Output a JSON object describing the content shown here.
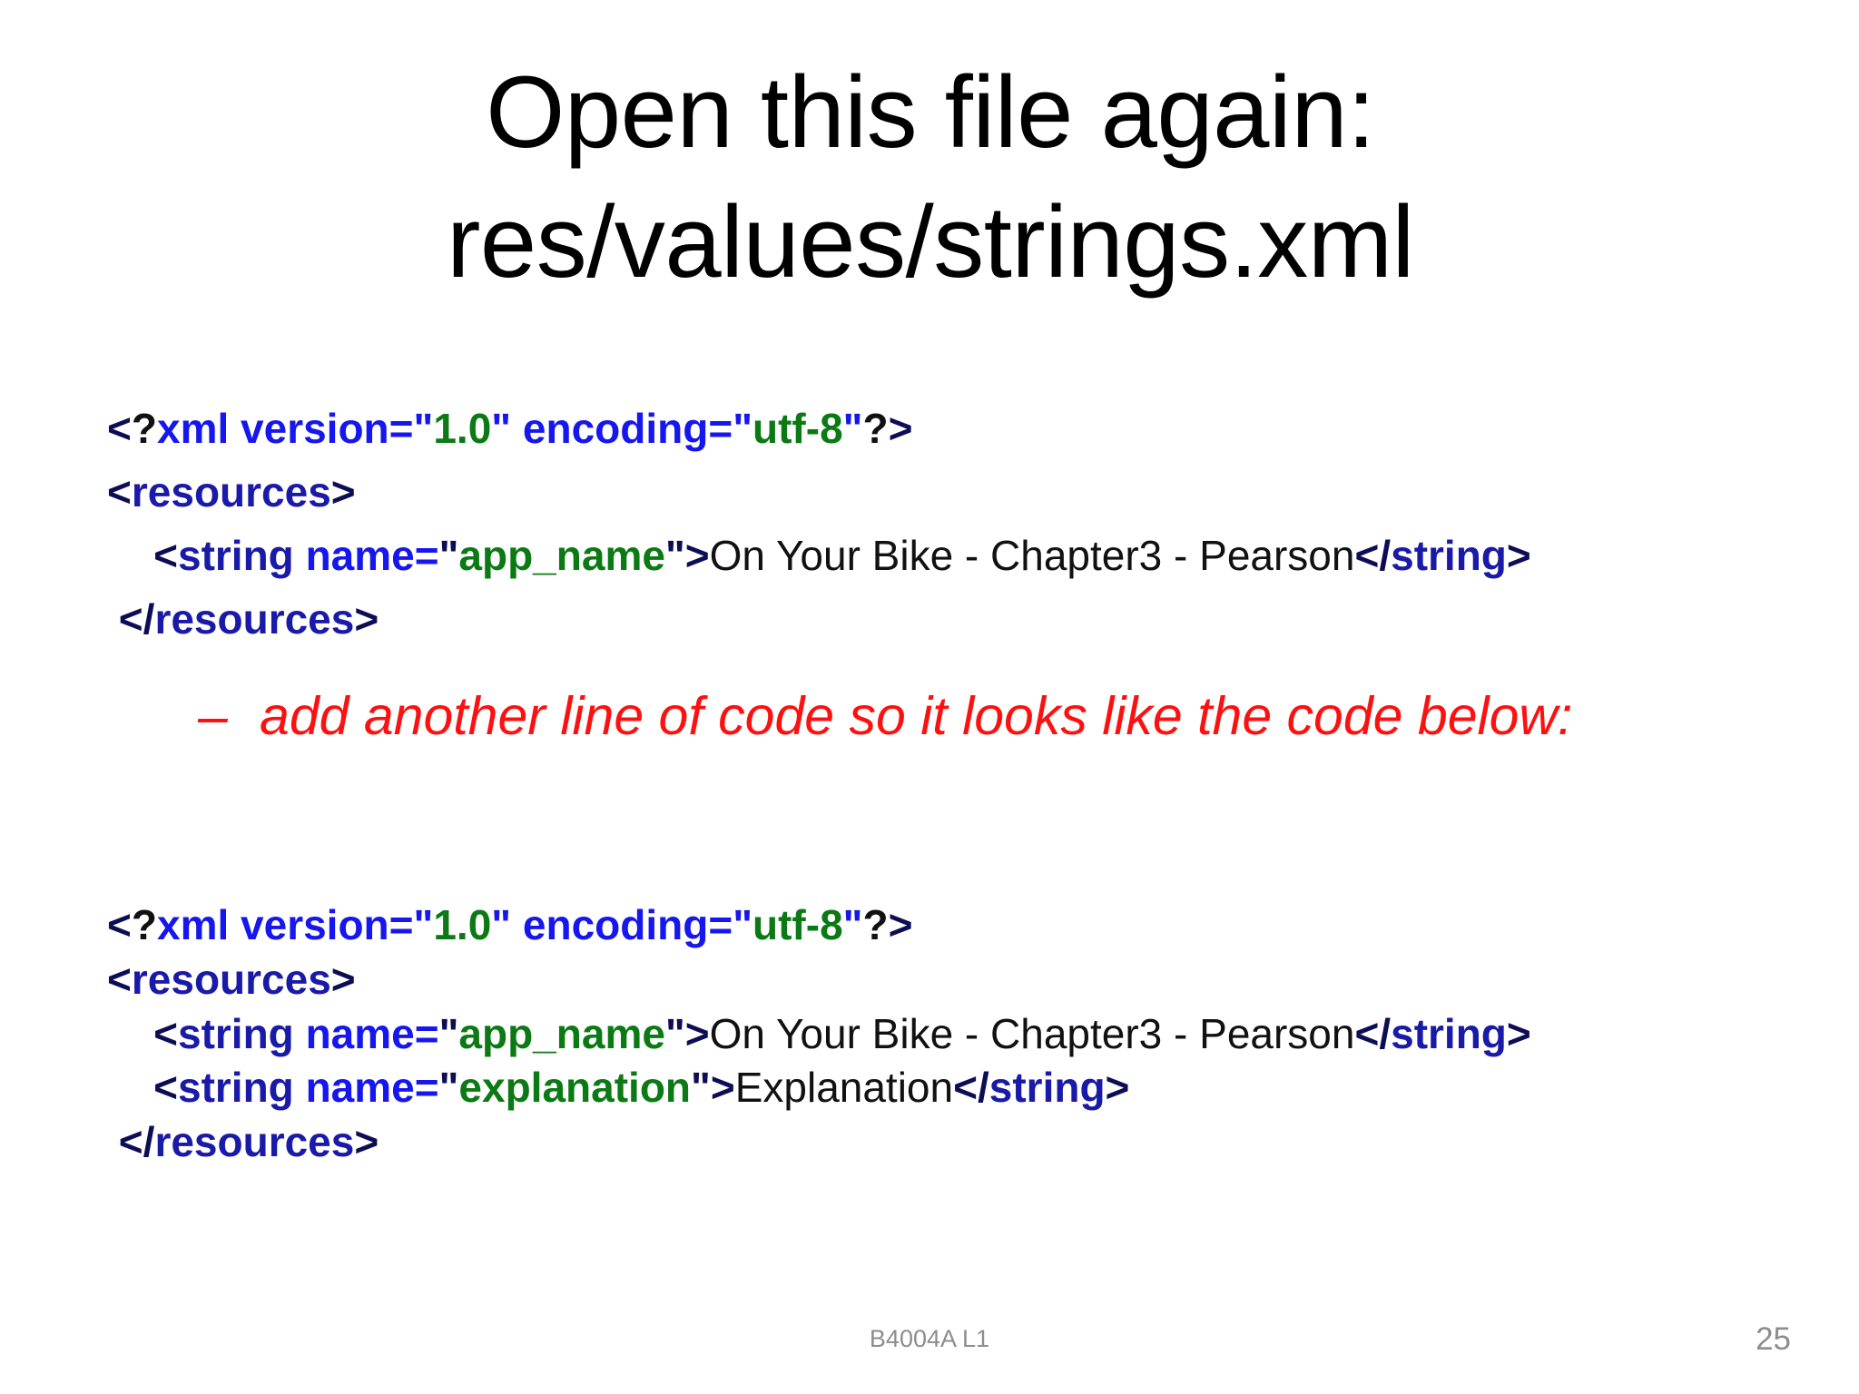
{
  "slide": {
    "title_lines": [
      "Open this file again:",
      "res/values/strings.xml"
    ],
    "note": {
      "dash": "–",
      "text": "add another line of code so it looks like the code below:"
    },
    "footer": {
      "center_text": "B4004A L1",
      "page_number": "25"
    },
    "colors": {
      "background": "#ffffff",
      "title": "#000000",
      "note_red": "#ff1010",
      "tag_navy": "#1a1aa8",
      "attr_blue": "#1616ee",
      "value_green": "#0b7a14",
      "bracket": "#0d0d55",
      "plain_text": "#111111",
      "footer_gray": "#8d8d8d"
    }
  },
  "code_block_1": {
    "lines": [
      {
        "indent": "",
        "tokens": [
          {
            "t": "<",
            "c": "tok-bracket"
          },
          {
            "t": "?",
            "c": "tok-punct"
          },
          {
            "t": "xml version=",
            "c": "tok-attr"
          },
          {
            "t": "\"",
            "c": "tok-quote-b"
          },
          {
            "t": "1.0",
            "c": "tok-value"
          },
          {
            "t": "\"",
            "c": "tok-quote-b"
          },
          {
            "t": " ",
            "c": "tok-punct"
          },
          {
            "t": "encoding=",
            "c": "tok-attr"
          },
          {
            "t": "\"",
            "c": "tok-quote-b"
          },
          {
            "t": "utf-8",
            "c": "tok-value"
          },
          {
            "t": "\"",
            "c": "tok-quote-b"
          },
          {
            "t": "?",
            "c": "tok-punct"
          },
          {
            "t": ">",
            "c": "tok-bracket"
          }
        ]
      },
      {
        "indent": "",
        "tokens": [
          {
            "t": "<",
            "c": "tok-bracket"
          },
          {
            "t": "resources",
            "c": "tok-tag"
          },
          {
            "t": ">",
            "c": "tok-bracket"
          }
        ]
      },
      {
        "indent": "    ",
        "tokens": [
          {
            "t": "<",
            "c": "tok-bracket"
          },
          {
            "t": "string ",
            "c": "tok-tag"
          },
          {
            "t": "name=",
            "c": "tok-attr"
          },
          {
            "t": "\"",
            "c": "tok-quote-d"
          },
          {
            "t": "app_name",
            "c": "tok-value"
          },
          {
            "t": "\"",
            "c": "tok-quote-d"
          },
          {
            "t": ">",
            "c": "tok-bracket"
          },
          {
            "t": "On Your Bike - Chapter3 - Pearson",
            "c": "tok-text"
          },
          {
            "t": "</",
            "c": "tok-bracket"
          },
          {
            "t": "string",
            "c": "tok-tag"
          },
          {
            "t": ">",
            "c": "tok-bracket"
          }
        ]
      },
      {
        "indent": " ",
        "tokens": [
          {
            "t": "</",
            "c": "tok-bracket"
          },
          {
            "t": "resources",
            "c": "tok-tag"
          },
          {
            "t": ">",
            "c": "tok-bracket"
          }
        ]
      }
    ]
  },
  "code_block_2": {
    "lines": [
      {
        "indent": "",
        "tokens": [
          {
            "t": "<",
            "c": "tok-bracket"
          },
          {
            "t": "?",
            "c": "tok-punct"
          },
          {
            "t": "xml version=",
            "c": "tok-attr"
          },
          {
            "t": "\"",
            "c": "tok-quote-b"
          },
          {
            "t": "1.0",
            "c": "tok-value"
          },
          {
            "t": "\"",
            "c": "tok-quote-b"
          },
          {
            "t": " ",
            "c": "tok-punct"
          },
          {
            "t": "encoding=",
            "c": "tok-attr"
          },
          {
            "t": "\"",
            "c": "tok-quote-b"
          },
          {
            "t": "utf-8",
            "c": "tok-value"
          },
          {
            "t": "\"",
            "c": "tok-quote-b"
          },
          {
            "t": "?",
            "c": "tok-punct"
          },
          {
            "t": ">",
            "c": "tok-bracket"
          }
        ]
      },
      {
        "indent": "",
        "tokens": [
          {
            "t": "<",
            "c": "tok-bracket"
          },
          {
            "t": "resources",
            "c": "tok-tag"
          },
          {
            "t": ">",
            "c": "tok-bracket"
          }
        ]
      },
      {
        "indent": "    ",
        "tokens": [
          {
            "t": "<",
            "c": "tok-bracket"
          },
          {
            "t": "string ",
            "c": "tok-tag"
          },
          {
            "t": "name=",
            "c": "tok-attr"
          },
          {
            "t": "\"",
            "c": "tok-quote-d"
          },
          {
            "t": "app_name",
            "c": "tok-value"
          },
          {
            "t": "\"",
            "c": "tok-quote-d"
          },
          {
            "t": ">",
            "c": "tok-bracket"
          },
          {
            "t": "On Your Bike - Chapter3 - Pearson",
            "c": "tok-text"
          },
          {
            "t": "</",
            "c": "tok-bracket"
          },
          {
            "t": "string",
            "c": "tok-tag"
          },
          {
            "t": ">",
            "c": "tok-bracket"
          }
        ]
      },
      {
        "indent": "    ",
        "tokens": [
          {
            "t": "<",
            "c": "tok-bracket"
          },
          {
            "t": "string ",
            "c": "tok-tag"
          },
          {
            "t": "name=",
            "c": "tok-attr"
          },
          {
            "t": "\"",
            "c": "tok-quote-d"
          },
          {
            "t": "explanation",
            "c": "tok-value"
          },
          {
            "t": "\"",
            "c": "tok-quote-d"
          },
          {
            "t": ">",
            "c": "tok-bracket"
          },
          {
            "t": "Explanation",
            "c": "tok-text"
          },
          {
            "t": "</",
            "c": "tok-bracket"
          },
          {
            "t": "string",
            "c": "tok-tag"
          },
          {
            "t": ">",
            "c": "tok-bracket"
          }
        ]
      },
      {
        "indent": " ",
        "tokens": [
          {
            "t": "</",
            "c": "tok-bracket"
          },
          {
            "t": "resources",
            "c": "tok-tag"
          },
          {
            "t": ">",
            "c": "tok-bracket"
          }
        ]
      }
    ]
  }
}
